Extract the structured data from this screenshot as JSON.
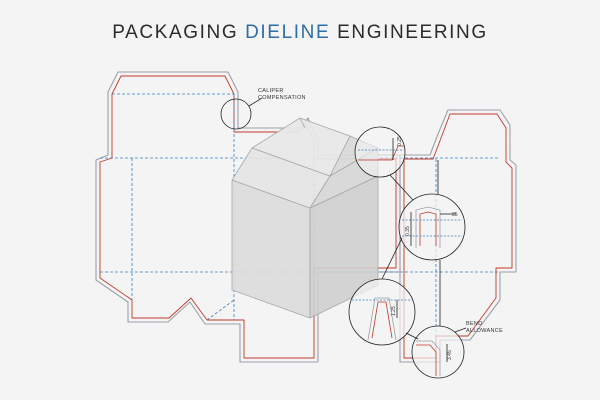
{
  "title": {
    "part1": "PACKAGING ",
    "part2": "DIELINE",
    "part3": " ENGINEERING"
  },
  "annotations": {
    "caliper_line1": "CALIPER",
    "caliper_line2": "COMPENSATION",
    "bend_line1": "BEND",
    "bend_line2": "ALLOWANCE"
  },
  "dimensions": {
    "top_circle": "0.25",
    "mid_circle_v": "0.35",
    "mid_circle_h": "25",
    "lower_circle": "1.25",
    "bottom_circle": "3.45"
  },
  "colors": {
    "title_text": "#2b2b2b",
    "title_accent": "#2c6fa8",
    "cut_line_outer": "#9aa1a8",
    "cut_line_inner": "#c0392b",
    "fold_line": "#3a7fc0",
    "box_face": "#d8d8d8",
    "background": "#f4f4f4"
  }
}
